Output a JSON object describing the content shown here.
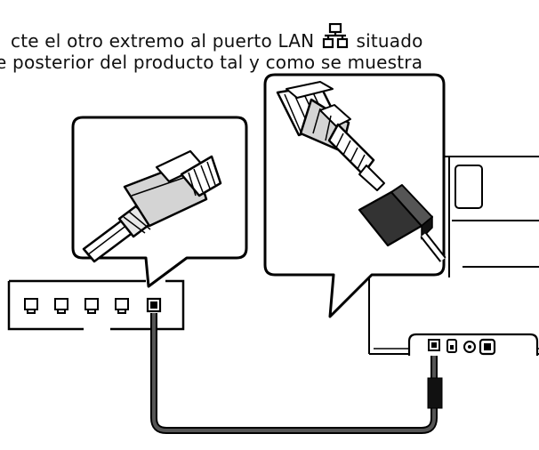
{
  "instruction": {
    "line1_before_icon": "cte el otro extremo al puerto LAN",
    "lan_icon": "lan-network-icon",
    "line1_after_icon": "situado",
    "line2": "e posterior del producto tal y como se muestra"
  },
  "illustration": {
    "router_port_count": 5,
    "icons": [
      "router-icon",
      "ethernet-plug-icon",
      "scanner-rear-icon",
      "ethernet-cable-icon",
      "ferrite-core-icon"
    ],
    "colors": {
      "line": "#000000",
      "cable": "#555555",
      "fill_light": "#d4d4d4",
      "fill_dark": "#1a1a1a",
      "background": "#ffffff"
    }
  }
}
